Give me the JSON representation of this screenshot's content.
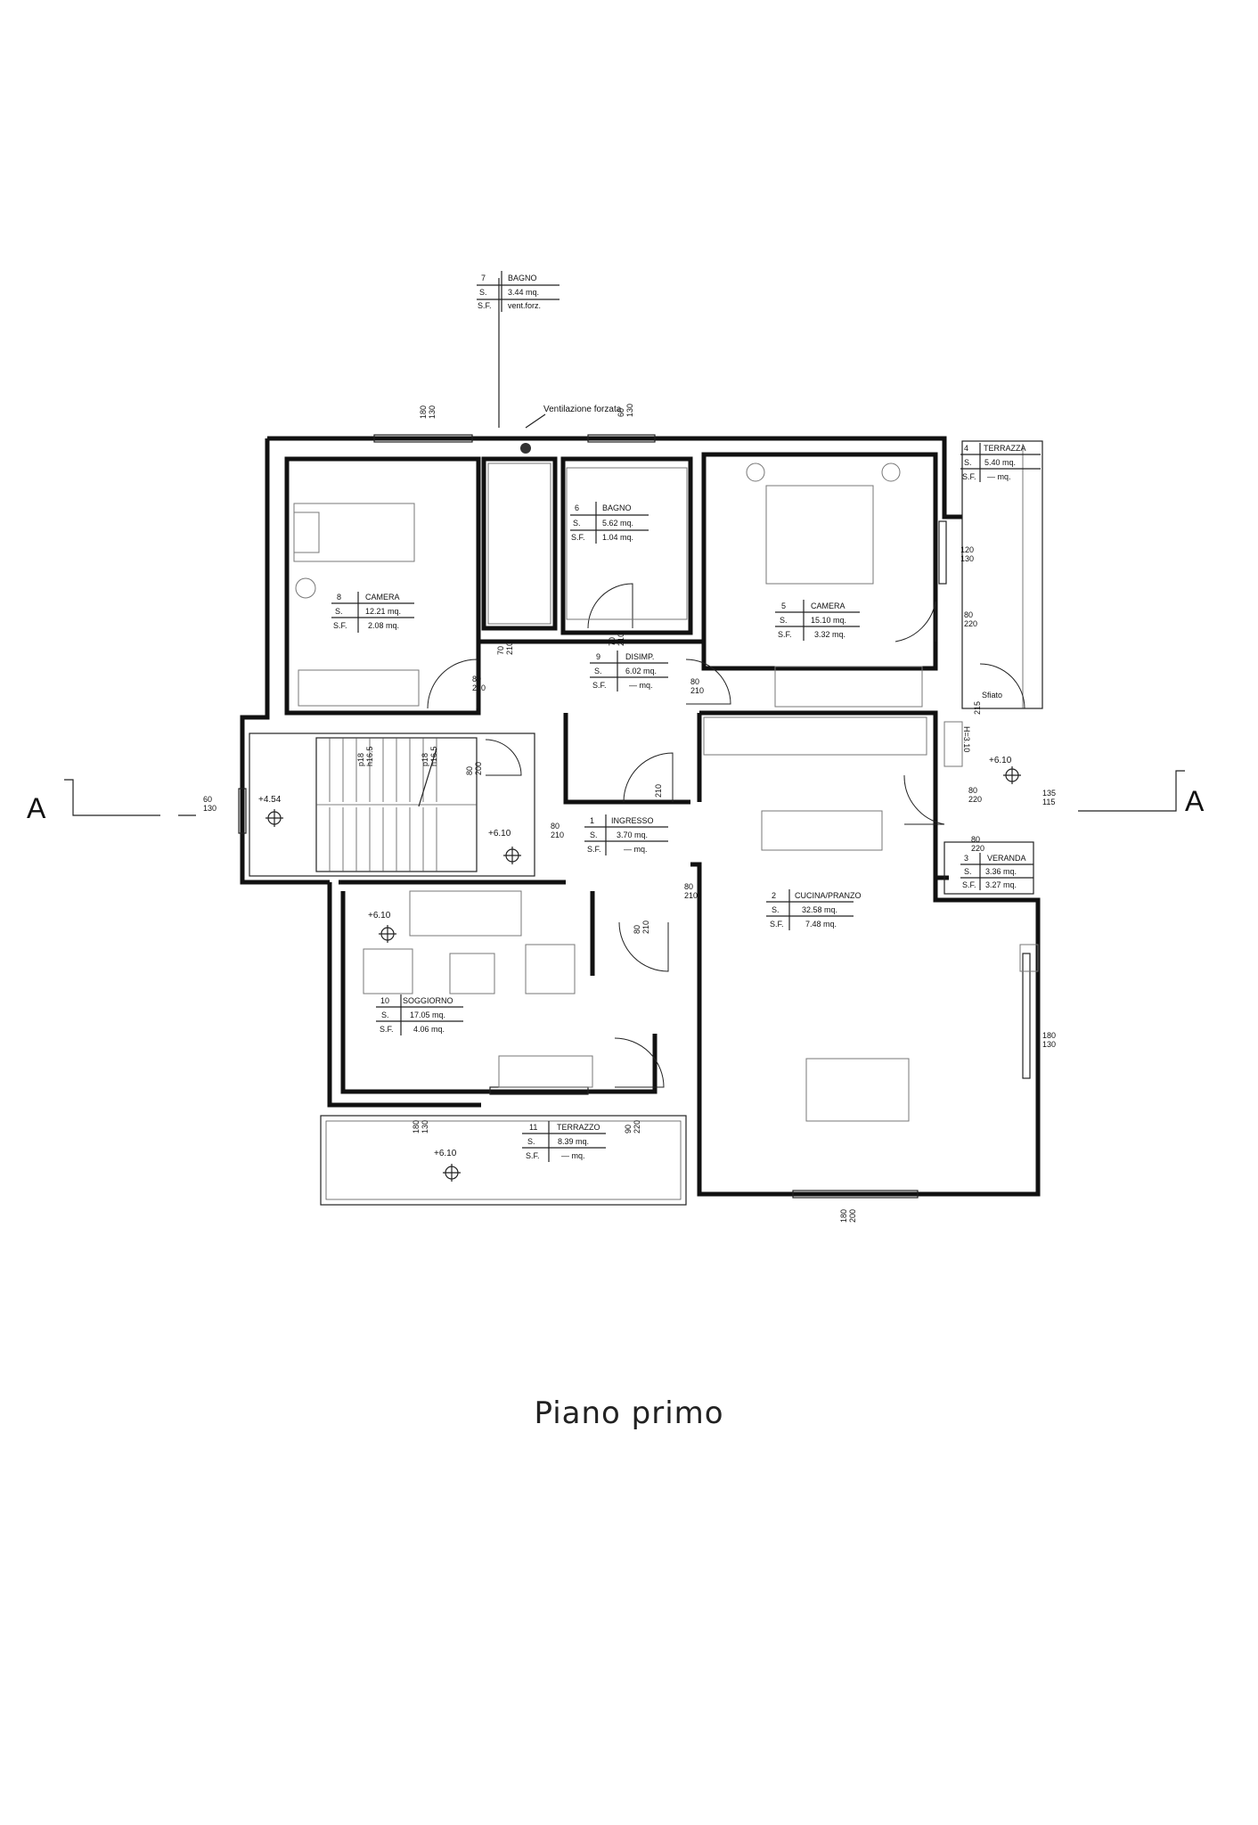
{
  "title": "Piano primo",
  "section_marker": {
    "left": "A",
    "right": "A"
  },
  "ventilation_note": "Ventilazione forzata",
  "rooms": {
    "bagno7": {
      "num": "7",
      "name": "BAGNO",
      "s_label": "S.",
      "s": "3.44 mq.",
      "sf_label": "S.F.",
      "sf": "vent.forz."
    },
    "bagno6": {
      "num": "6",
      "name": "BAGNO",
      "s_label": "S.",
      "s": "5.62 mq.",
      "sf_label": "S.F.",
      "sf": "1.04 mq."
    },
    "camera8": {
      "num": "8",
      "name": "CAMERA",
      "s_label": "S.",
      "s": "12.21 mq.",
      "sf_label": "S.F.",
      "sf": "2.08 mq."
    },
    "camera5": {
      "num": "5",
      "name": "CAMERA",
      "s_label": "S.",
      "s": "15.10 mq.",
      "sf_label": "S.F.",
      "sf": "3.32 mq."
    },
    "terrazza4": {
      "num": "4",
      "name": "TERRAZZA",
      "s_label": "S.",
      "s": "5.40 mq.",
      "sf_label": "S.F.",
      "sf": "— mq."
    },
    "disimp9": {
      "num": "9",
      "name": "DISIMP.",
      "s_label": "S.",
      "s": "6.02 mq.",
      "sf_label": "S.F.",
      "sf": "— mq."
    },
    "ingresso1": {
      "num": "1",
      "name": "INGRESSO",
      "s_label": "S.",
      "s": "3.70 mq.",
      "sf_label": "S.F.",
      "sf": "— mq."
    },
    "veranda3": {
      "num": "3",
      "name": "VERANDA",
      "s_label": "S.",
      "s": "3.36 mq.",
      "sf_label": "S.F.",
      "sf": "3.27 mq."
    },
    "cucina2": {
      "num": "2",
      "name": "CUCINA/PRANZO",
      "s_label": "S.",
      "s": "32.58 mq.",
      "sf_label": "S.F.",
      "sf": "7.48 mq."
    },
    "soggiorno10": {
      "num": "10",
      "name": "SOGGIORNO",
      "s_label": "S.",
      "s": "17.05 mq.",
      "sf_label": "S.F.",
      "sf": "4.06 mq."
    },
    "terrazzo11": {
      "num": "11",
      "name": "TERRAZZO",
      "s_label": "S.",
      "s": "8.39 mq.",
      "sf_label": "S.F.",
      "sf": "— mq."
    }
  },
  "levels": {
    "stair_landing": "+4.54",
    "stair_top": "+6.10",
    "soggiorno": "+6.10",
    "terrazzo": "+6.10",
    "veranda": "+6.10"
  },
  "sfiato": {
    "label": "Sfiato",
    "height": "H=3.10"
  },
  "dimensions": {
    "d_top_left": [
      "180",
      "130"
    ],
    "d_top_mid": [
      "60",
      "130"
    ],
    "d_right_camera": [
      "120",
      "130"
    ],
    "d_door_camera5": [
      "80",
      "220"
    ],
    "d_sfiato": [
      "215"
    ],
    "d_sfiato_h": [
      "H=3.10"
    ],
    "d_door_camera8": [
      "80",
      "210"
    ],
    "d_bagno_door": [
      "70",
      "210"
    ],
    "d_disimp_door": [
      "70",
      "210"
    ],
    "d_disimp_right": [
      "80",
      "210"
    ],
    "d_stair_window": [
      "60",
      "130"
    ],
    "d_stair_a": [
      "p18",
      "h16.5"
    ],
    "d_stair_b": [
      "p18",
      "h16.5"
    ],
    "d_stair_c": [
      "80",
      "200"
    ],
    "d_ingresso_left": [
      "80",
      "210"
    ],
    "d_ingresso_top": [
      "210"
    ],
    "d_cucina_door": [
      "80",
      "220"
    ],
    "d_veranda": [
      "80",
      "220"
    ],
    "d_veranda_right": [
      "135",
      "115"
    ],
    "d_ingresso_bottom": [
      "80",
      "210"
    ],
    "d_sogg_door": [
      "80",
      "210"
    ],
    "d_terrazzo_door": [
      "90",
      "220"
    ],
    "d_terrazzo_window": [
      "180",
      "130"
    ],
    "d_right_cucina": [
      "180",
      "130"
    ],
    "d_bottom_cucina": [
      "180",
      "200"
    ]
  },
  "colors": {
    "ink": "#111111",
    "paper": "#ffffff",
    "furniture": "#777777"
  }
}
